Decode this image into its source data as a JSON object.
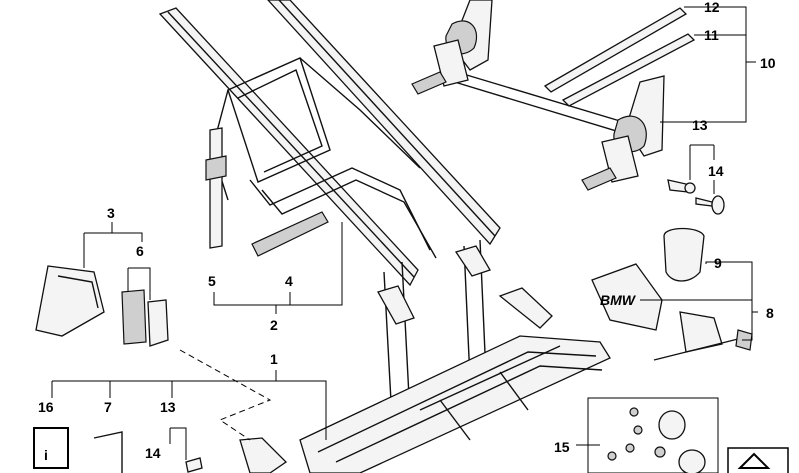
{
  "callouts": {
    "c1": "1",
    "c2": "2",
    "c3": "3",
    "c4": "4",
    "c5": "5",
    "c6": "6",
    "c7": "7",
    "c8": "8",
    "c9": "9",
    "c10": "10",
    "c11": "11",
    "c12": "12",
    "c13a": "13",
    "c13b": "13",
    "c14a": "14",
    "c14b": "14",
    "c15": "15",
    "c16": "16"
  },
  "info_icon_glyph": "i",
  "bracket_brand": "BMW"
}
